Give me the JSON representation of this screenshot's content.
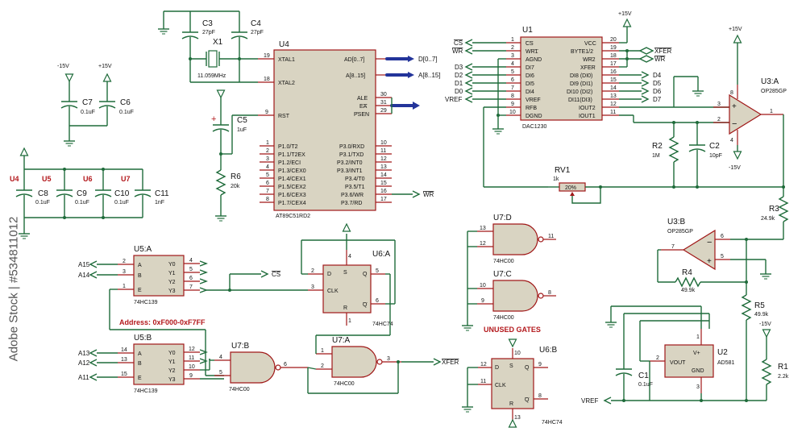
{
  "components": {
    "u4": {
      "ref": "U4",
      "part": "AT89C51RD2",
      "left_pins": [
        {
          "name": "XTAL1",
          "num": "19"
        },
        {
          "name": "XTAL2",
          "num": "18"
        },
        {
          "name": "RST",
          "num": "9"
        }
      ],
      "port1": [
        {
          "name": "P1.0/T2",
          "num": "1"
        },
        {
          "name": "P1.1/T2EX",
          "num": "2"
        },
        {
          "name": "P1.2/ECI",
          "num": "3"
        },
        {
          "name": "P1.3/CEX0",
          "num": "4"
        },
        {
          "name": "P1.4/CEX1",
          "num": "5"
        },
        {
          "name": "P1.5/CEX2",
          "num": "6"
        },
        {
          "name": "P1.6/CEX3",
          "num": "7"
        },
        {
          "name": "P1.7/CEX4",
          "num": "8"
        }
      ],
      "right_top": [
        {
          "name": "AD[0..7]"
        },
        {
          "name": "A[8..15]"
        },
        {
          "name": "ALE",
          "num": "30"
        },
        {
          "name": "EA",
          "num": "31"
        },
        {
          "name": "PSEN",
          "num": "29"
        }
      ],
      "port3": [
        {
          "name": "P3.0/RXD",
          "num": "10"
        },
        {
          "name": "P3.1/TXD",
          "num": "11"
        },
        {
          "name": "P3.2/INT0",
          "num": "12"
        },
        {
          "name": "P3.3/INT1",
          "num": "13"
        },
        {
          "name": "P3.4/T0",
          "num": "14"
        },
        {
          "name": "P3.5/T1",
          "num": "15"
        },
        {
          "name": "P3.6/WR",
          "num": "16"
        },
        {
          "name": "P3.7/RD",
          "num": "17"
        }
      ]
    },
    "u1": {
      "ref": "U1",
      "part": "DAC1230",
      "left_pins": [
        {
          "name": "CS",
          "num": "1"
        },
        {
          "name": "WR1",
          "num": "2"
        },
        {
          "name": "AGND",
          "num": "3"
        },
        {
          "name": "DI7",
          "num": "4"
        },
        {
          "name": "DI6",
          "num": "5"
        },
        {
          "name": "DI5",
          "num": "6"
        },
        {
          "name": "DI4",
          "num": "7"
        },
        {
          "name": "VREF",
          "num": "8"
        },
        {
          "name": "RFB",
          "num": "9"
        },
        {
          "name": "DGND",
          "num": "10"
        }
      ],
      "right_pins": [
        {
          "name": "VCC",
          "num": "20"
        },
        {
          "name": "BYTE1/2",
          "num": "19"
        },
        {
          "name": "WR2",
          "num": "18"
        },
        {
          "name": "XFER",
          "num": "17"
        },
        {
          "name": "DI8 (DI0)",
          "num": "16"
        },
        {
          "name": "DI9 (DI1)",
          "num": "15"
        },
        {
          "name": "DI10 (DI2)",
          "num": "14"
        },
        {
          "name": "DI11(DI3)",
          "num": "13"
        },
        {
          "name": "IOUT2",
          "num": "12"
        },
        {
          "name": "IOUT1",
          "num": "11"
        }
      ]
    },
    "u5a": {
      "ref": "U5:A",
      "part": "74HC139"
    },
    "u5b": {
      "ref": "U5:B",
      "part": "74HC139"
    },
    "u6a": {
      "ref": "U6:A",
      "part": "74HC74"
    },
    "u6b": {
      "ref": "U6:B",
      "part": "74HC74"
    },
    "u7a": {
      "ref": "U7:A",
      "part": "74HC00"
    },
    "u7b": {
      "ref": "U7:B",
      "part": "74HC00"
    },
    "u7c": {
      "ref": "U7:C",
      "part": "74HC00"
    },
    "u7d": {
      "ref": "U7:D",
      "part": "74HC00"
    },
    "u3a": {
      "ref": "U3:A",
      "part": "OP285GP"
    },
    "u3b": {
      "ref": "U3:B",
      "part": "OP285GP"
    },
    "u2": {
      "ref": "U2",
      "part": "AD581",
      "pin_vout": "VOUT",
      "pin_vplus": "V+",
      "pin_gnd": "GND"
    },
    "x1": {
      "ref": "X1",
      "value": "11.059MHz"
    },
    "c3": {
      "ref": "C3",
      "value": "27pF"
    },
    "c4": {
      "ref": "C4",
      "value": "27pF"
    },
    "c5": {
      "ref": "C5",
      "value": "1uF"
    },
    "r6": {
      "ref": "R6",
      "value": "20k"
    },
    "c6": {
      "ref": "C6",
      "value": "0.1uF"
    },
    "c7": {
      "ref": "C7",
      "value": "0.1uF"
    },
    "c8": {
      "ref": "C8",
      "value": "0.1uF"
    },
    "c9": {
      "ref": "C9",
      "value": "0.1uF"
    },
    "c10": {
      "ref": "C10",
      "value": "0.1uF"
    },
    "c11": {
      "ref": "C11",
      "value": "1nF"
    },
    "r2": {
      "ref": "R2",
      "value": "1M"
    },
    "c2": {
      "ref": "C2",
      "value": "10pF"
    },
    "rv1": {
      "ref": "RV1",
      "value": "1k",
      "percent": "20%"
    },
    "r3": {
      "ref": "R3",
      "value": "24.9k"
    },
    "r4": {
      "ref": "R4",
      "value": "49.9k"
    },
    "r5": {
      "ref": "R5",
      "value": "49.9k"
    },
    "r1": {
      "ref": "R1",
      "value": "2.2k"
    },
    "c1": {
      "ref": "C1",
      "value": "0.1uF"
    }
  },
  "decap_labels": [
    "U4",
    "U5",
    "U6",
    "U7"
  ],
  "nets": {
    "d_bus": "D[0..7]",
    "a_bus": "A[8..15]",
    "wr": "WR",
    "cs": "CS",
    "xfer": "XFER",
    "vref": "VREF",
    "d_left": [
      "D3",
      "D2",
      "D1",
      "D0"
    ],
    "d_right": [
      "D4",
      "D5",
      "D6",
      "D7"
    ],
    "a15": "A15",
    "a14": "A14",
    "a13": "A13",
    "a12": "A12",
    "a11": "A11"
  },
  "power": {
    "p15": "+15V",
    "m15": "-15V"
  },
  "notes": {
    "address": "Address: 0xF000-0xF7FF",
    "unused": "UNUSED GATES"
  },
  "watermark": {
    "text": "Adobe Stock | #534811012"
  }
}
